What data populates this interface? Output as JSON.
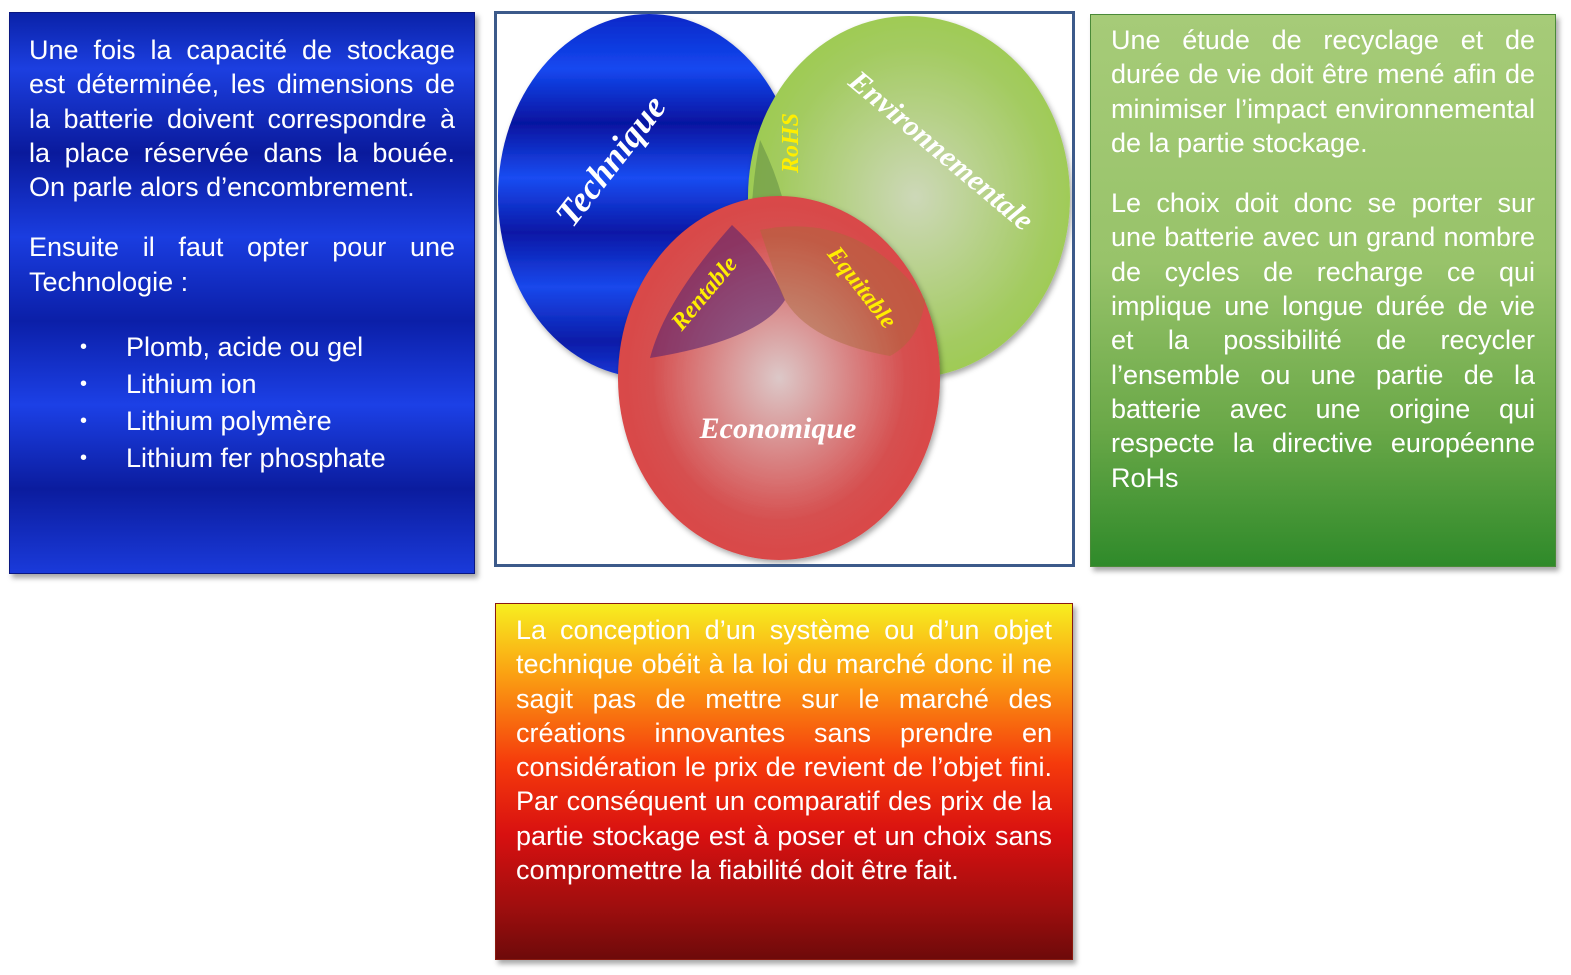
{
  "left_panel": {
    "paragraph1": "Une fois la capacité de stockage est déterminée, les dimensions de la batterie doivent correspondre à la place réservée dans la bouée. On parle alors d’encombrement.",
    "paragraph2": "Ensuite il faut opter pour une Technologie :",
    "technologies": [
      "Plomb, acide ou gel",
      "Lithium ion",
      "Lithium polymère",
      "Lithium fer phosphate"
    ],
    "bullet": "•"
  },
  "venn": {
    "circles": {
      "technique": "Technique",
      "environnementale": "Environnementale",
      "economique": "Economique"
    },
    "intersections": {
      "technique_environnementale": "RoHS",
      "technique_economique": "Rentable",
      "environnementale_economique": "Equitable"
    },
    "colors": {
      "technique": "#1030d8",
      "environnementale": "#9ccc50",
      "economique": "#dc4040",
      "intersection_label": "#ffee00"
    }
  },
  "right_panel": {
    "paragraph1": "Une étude de recyclage et de durée de vie doit être mené afin de minimiser l’impact environnemental de la partie stockage.",
    "paragraph2": "Le choix doit donc se porter sur une batterie avec un grand nombre de cycles de recharge ce qui implique une longue durée de vie et la possibilité de recycler l’ensemble ou une partie de la batterie avec une origine qui respecte la directive européenne RoHs"
  },
  "bottom_panel": {
    "paragraph": "La conception d’un système ou d’un objet technique obéit à la loi du marché donc il ne sagit pas de mettre sur le marché des créations innovantes sans prendre en considération le prix de revient de l’objet fini. Par conséquent un comparatif des prix de la partie stockage est à poser et un choix sans compromettre la fiabilité doit être fait."
  }
}
